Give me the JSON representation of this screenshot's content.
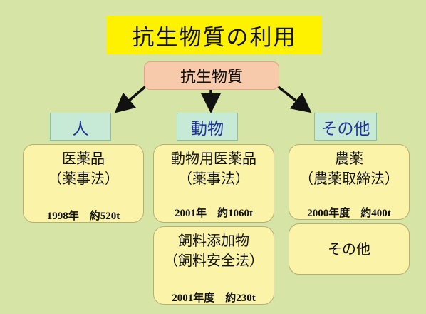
{
  "title": "抗生物質の利用",
  "root": "抗生物質",
  "categories": [
    "人",
    "動物",
    "その他"
  ],
  "boxes": {
    "human": {
      "line1": "医薬品",
      "line2": "（薬事法）",
      "stat": "1998年　約520t"
    },
    "animal_drug": {
      "line1": "動物用医薬品",
      "line2": "（薬事法）",
      "stat": "2001年　約1060t"
    },
    "animal_feed": {
      "line1": "飼料添加物",
      "line2": "（飼料安全法）",
      "stat": "2001年度　約230t"
    },
    "pesticide": {
      "line1": "農薬",
      "line2": "（農薬取締法）",
      "stat": "2000年度　約400t"
    },
    "other": {
      "line1": "その他"
    }
  },
  "colors": {
    "background": "#d6e4a6",
    "title_bg": "#fff200",
    "root_bg": "#f7caac",
    "category_bg": "#c6ead6",
    "category_text": "#1f3399",
    "box_bg": "#fbf3a8"
  }
}
